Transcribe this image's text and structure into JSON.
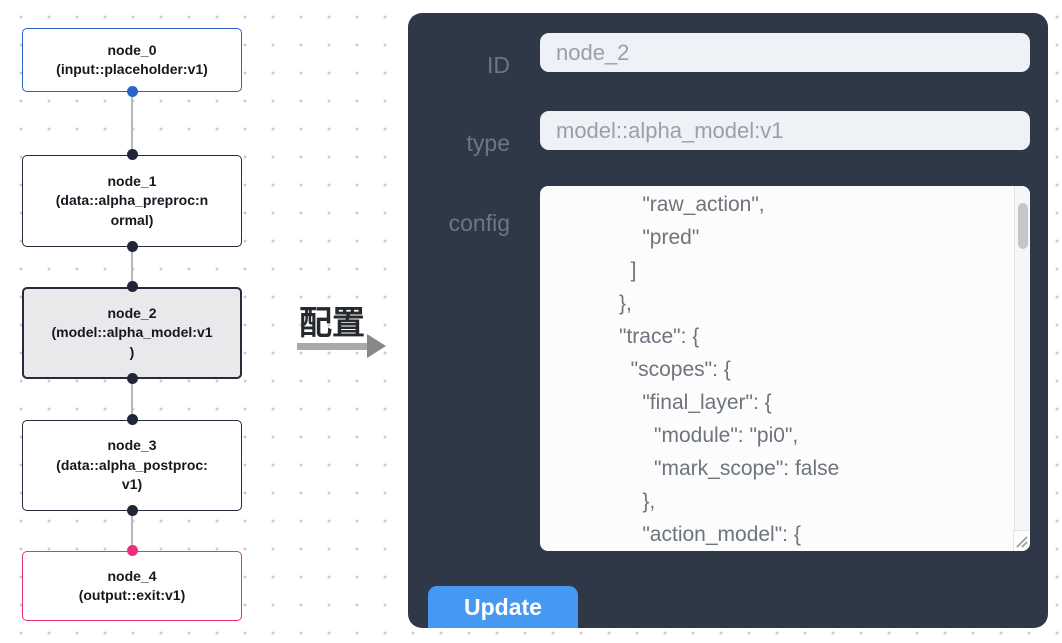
{
  "canvas": {
    "nodes": [
      {
        "title": "node_0",
        "subtitle": "(input::placeholder:v1)"
      },
      {
        "title": "node_1",
        "subtitle": "(data::alpha_preproc:n\normal)"
      },
      {
        "title": "node_2",
        "subtitle": "(model::alpha_model:v1\n)"
      },
      {
        "title": "node_3",
        "subtitle": "(data::alpha_postproc:\nv1)"
      },
      {
        "title": "node_4",
        "subtitle": "(output::exit:v1)"
      }
    ],
    "colors": {
      "input_node_accent": "#2a63ca",
      "default_node_accent": "#252b3b",
      "output_node_accent": "#ee2d7c",
      "selected_node_fill": "#e9e9eb",
      "edge": "#b5b8bc"
    }
  },
  "transition": {
    "label": "配置"
  },
  "panel": {
    "bg_color": "#2e3847",
    "id_field": {
      "label": "ID",
      "value": "node_2"
    },
    "type_field": {
      "label": "type",
      "value": "model::alpha_model:v1"
    },
    "config_field": {
      "label": "config",
      "text": "          \"raw_action\",\n          \"pred\"\n        ]\n      },\n      \"trace\": {\n        \"scopes\": {\n          \"final_layer\": {\n            \"module\": \"pi0\",\n            \"mark_scope\": false\n          },\n          \"action_model\": {"
    },
    "update_button": {
      "label": "Update",
      "color": "#4699f2"
    }
  }
}
